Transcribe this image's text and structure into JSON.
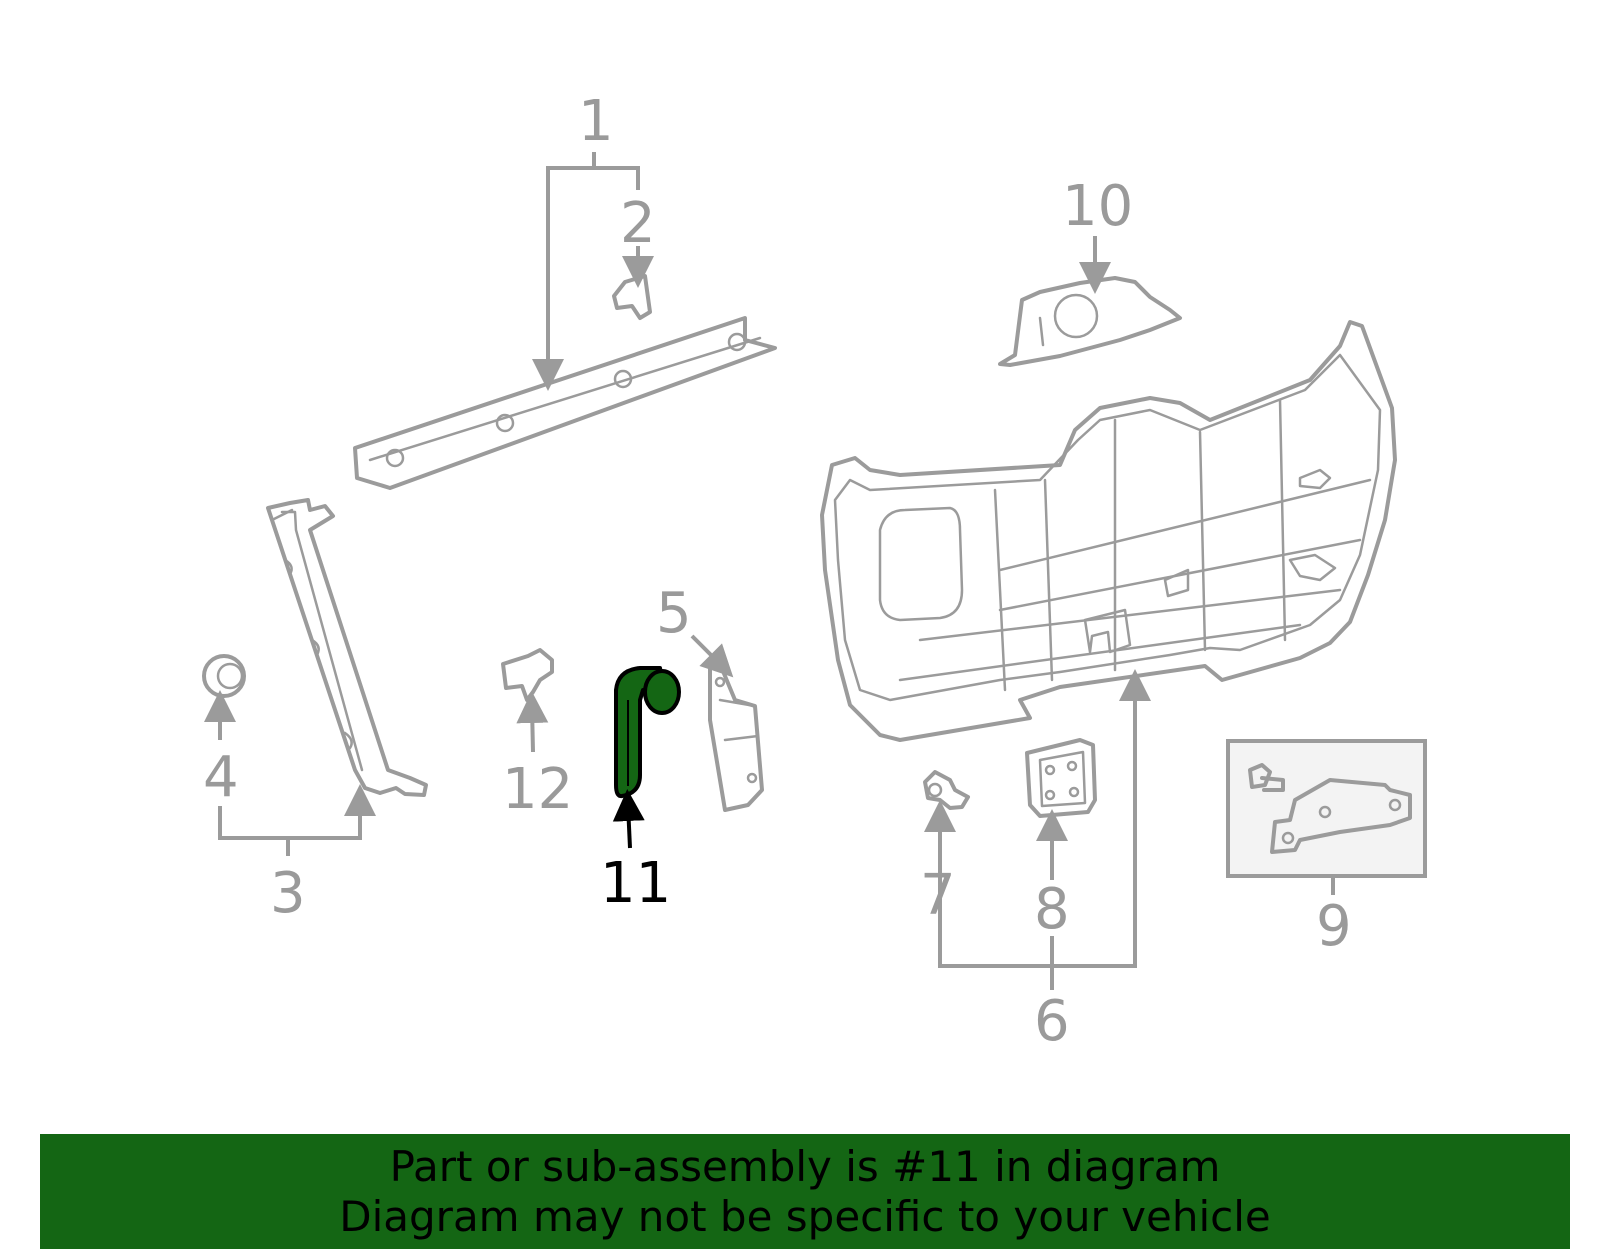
{
  "callouts": {
    "c1": "1",
    "c2": "2",
    "c3": "3",
    "c4": "4",
    "c5": "5",
    "c6": "6",
    "c7": "7",
    "c8": "8",
    "c9": "9",
    "c10": "10",
    "c11": "11",
    "c12": "12"
  },
  "selected_part": "11",
  "colors": {
    "highlight": "#146614",
    "line": "#9b9b9b",
    "label": "#9a9a9a",
    "selected_label": "#000000"
  },
  "banner": {
    "line1": "Part or sub-assembly is #11 in diagram",
    "line2": "Diagram may not be specific to your vehicle"
  }
}
